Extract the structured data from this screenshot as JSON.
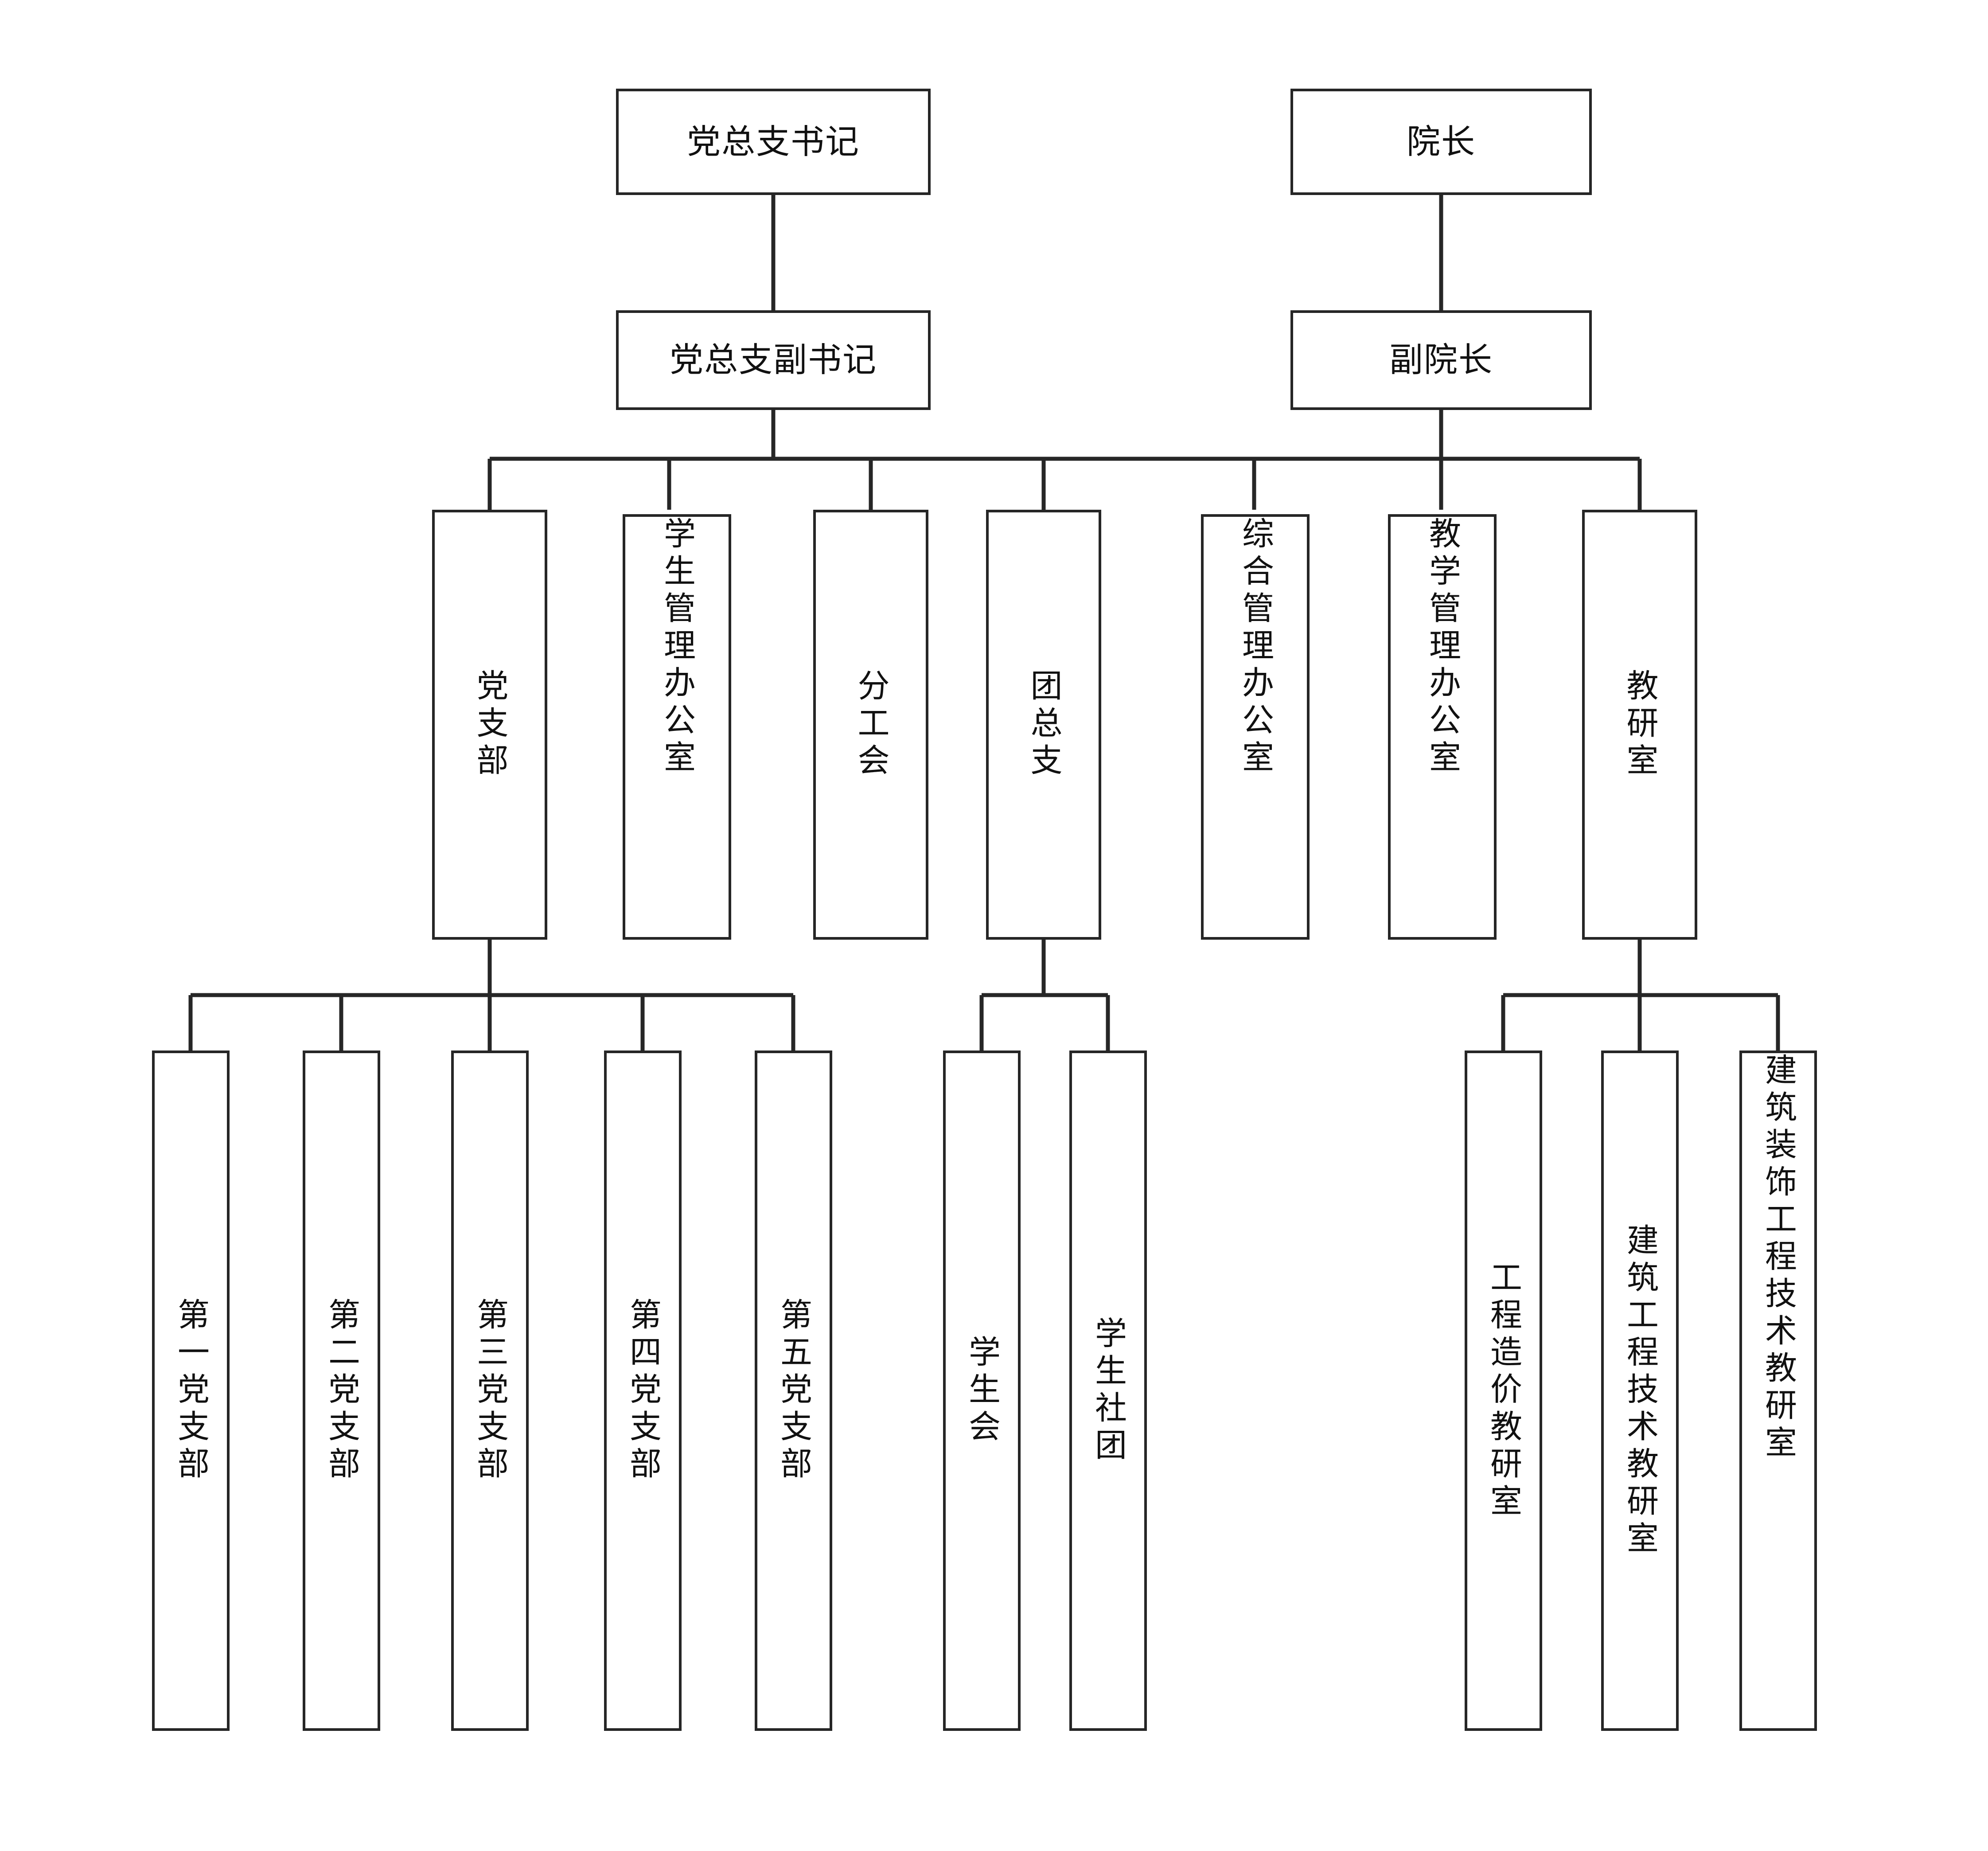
{
  "chart": {
    "title": "",
    "type": "organization-chart",
    "line_color": "#262626",
    "background_color": "#ffffff",
    "text_color": "#111111"
  },
  "nodes": {
    "party_secretary": "党总支书记",
    "dean": "院长",
    "party_deputy_secretary": "党总支副书记",
    "vice_dean": "副院长",
    "party_branch": "党支部",
    "student_mgmt_office": "学生管理办公室",
    "branch_union": "分工会",
    "youth_league_branch": "团总支",
    "general_mgmt_office": "综合管理办公室",
    "teaching_mgmt_office": "教学管理办公室",
    "teaching_research_office": "教研室",
    "party_branch_1": "第一党支部",
    "party_branch_2": "第二党支部",
    "party_branch_3": "第三党支部",
    "party_branch_4": "第四党支部",
    "party_branch_5": "第五党支部",
    "student_union": "学生会",
    "student_clubs": "学生社团",
    "cost_engineering_office": "工程造价教研室",
    "building_engineering_office": "建筑工程技术教研室",
    "decoration_engineering_office": "建筑装饰工程技术教研室"
  }
}
